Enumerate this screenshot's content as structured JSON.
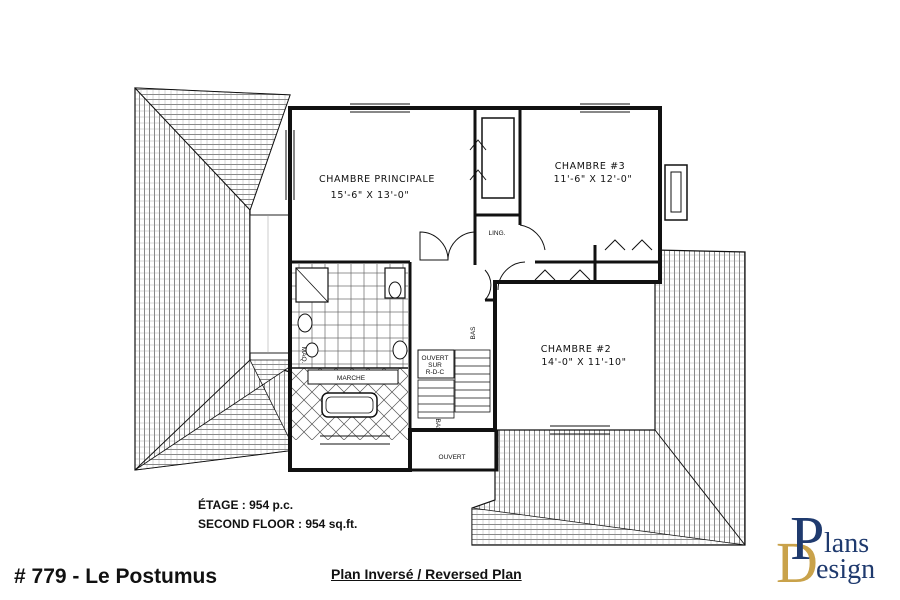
{
  "plan_number": "# 779 - Le Postumus",
  "plan_variant": "Plan Inversé / Reversed Plan",
  "area": {
    "fr": "ÉTAGE : 954 p.c.",
    "en": "SECOND FLOOR : 954 sq.ft."
  },
  "rooms": [
    {
      "name": "CHAMBRE PRINCIPALE",
      "size": "15'-6\" X 13'-0\""
    },
    {
      "name": "CHAMBRE #3",
      "size": "11'-6\" X 12'-0\""
    },
    {
      "name": "CHAMBRE #2",
      "size": "14'-0\" X 11'-10\""
    }
  ],
  "labels": {
    "linen": "LING.",
    "makeup": "MAQ.",
    "step": "MARCHE",
    "open_below_1": "OUVERT",
    "open_below_2": "SUR",
    "open_below_3": "R-D-C",
    "stair_down_1": "BAS",
    "stair_down_2": "BAS",
    "open": "OUVERT"
  },
  "logo": {
    "letter_p": "P",
    "word_1": "lans",
    "letter_d": "D",
    "word_2": "esign"
  }
}
